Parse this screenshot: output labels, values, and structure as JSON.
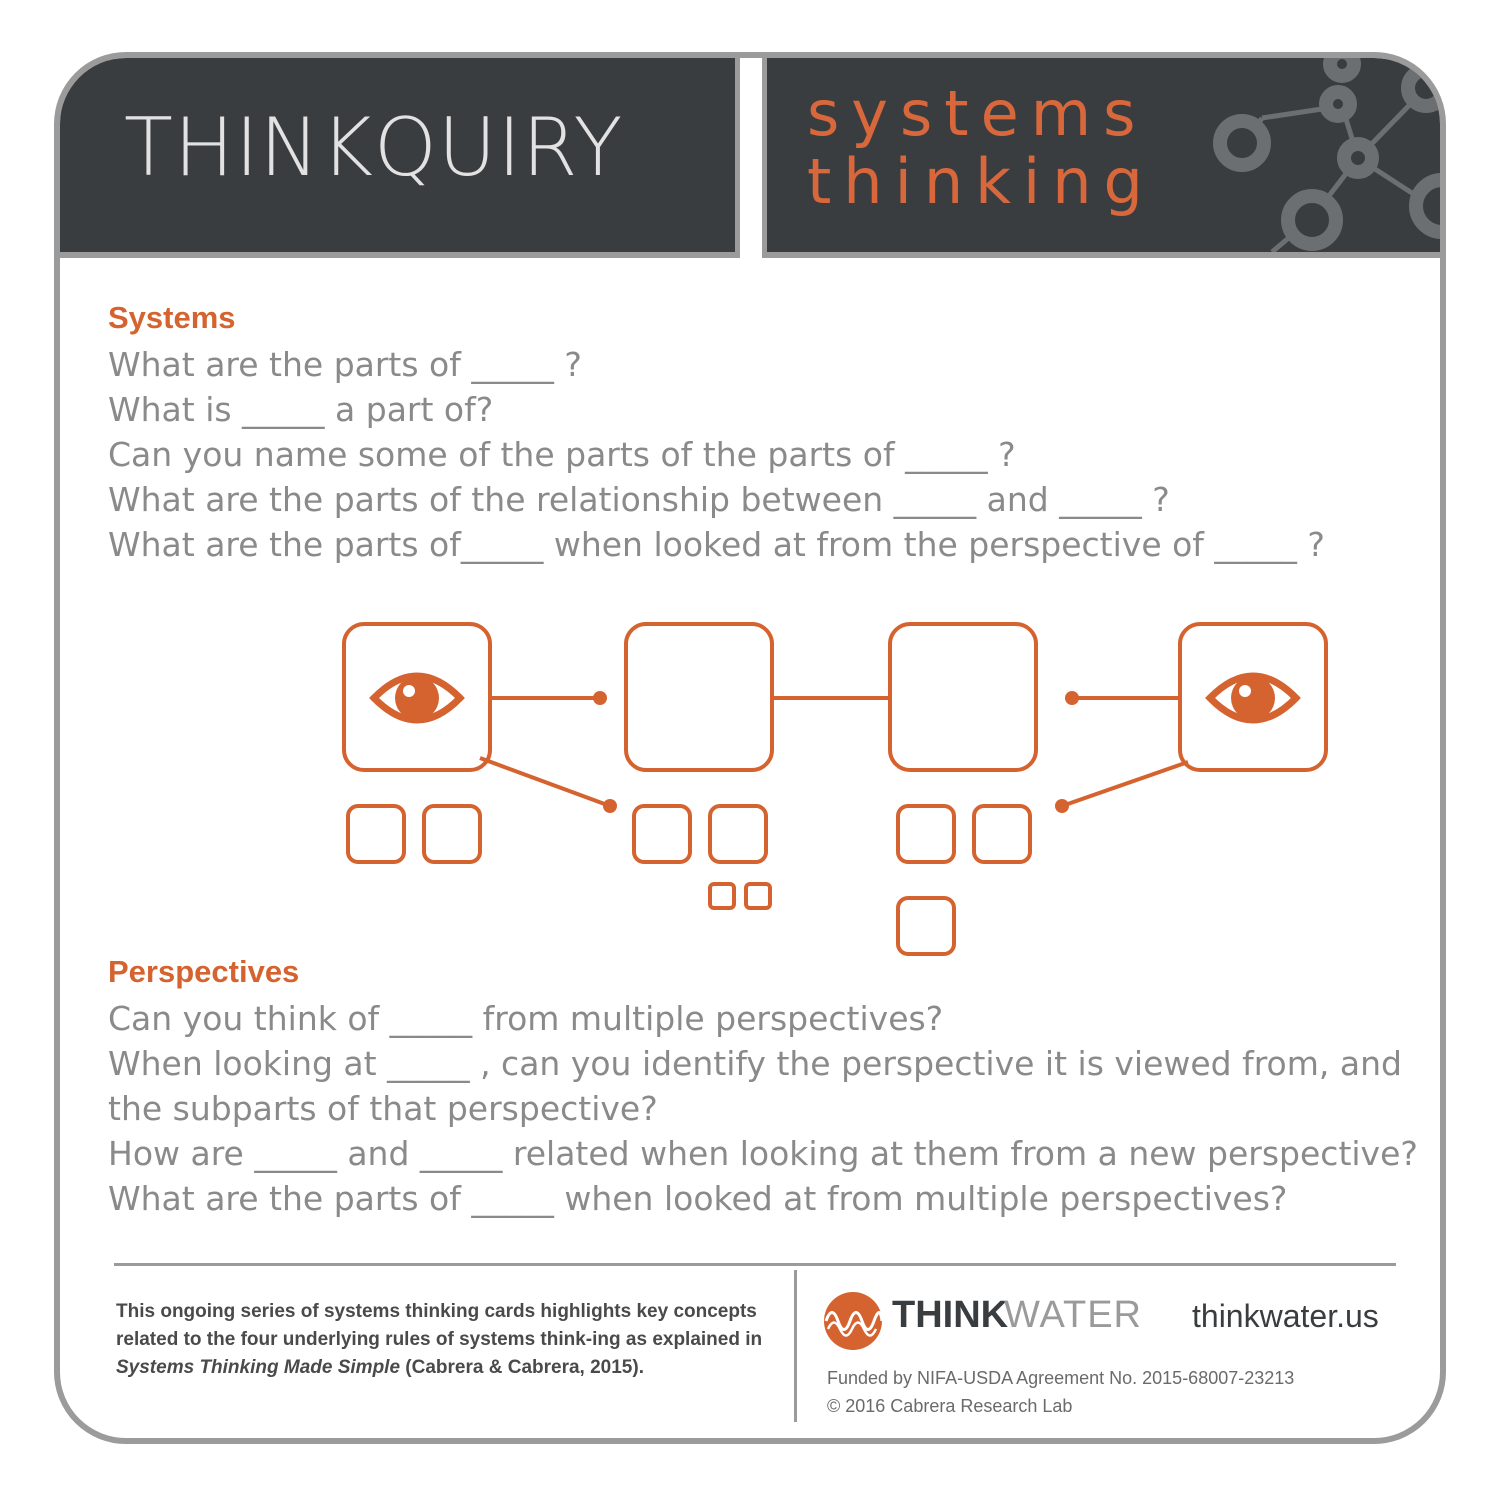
{
  "header": {
    "brand": "THINKQUIRY",
    "topic_line1": "systems",
    "topic_line2": "thinking"
  },
  "systems": {
    "title": "Systems",
    "questions": [
      "What are the parts of _____ ?",
      "What is _____ a part of?",
      "Can you name some of the parts of the parts of _____ ?",
      "What are the parts of the relationship between _____  and _____ ?",
      "What are the parts of_____ when looked at from the perspective of _____ ?"
    ]
  },
  "perspectives": {
    "title": "Perspectives",
    "questions": [
      "Can you think of _____  from multiple perspectives?",
      "When looking at _____ , can you identify the perspective it is viewed from, and the subparts of that perspective?",
      "How are _____  and _____  related when looking at them from a new perspective?",
      "What are the parts of _____  when looked at from multiple perspectives?"
    ]
  },
  "footer": {
    "description_before": "This ongoing series of systems thinking cards highlights key concepts related to the four underlying rules of systems think-ing as explained in ",
    "description_title": "Systems Thinking Made Simple",
    "description_after": " (Cabrera & Cabrera, 2015).",
    "logo_think": "THINK",
    "logo_water": "WATER",
    "site": "thinkwater.us",
    "funding": "Funded by NIFA-USDA Agreement No. 2015-68007-23213",
    "copyright": "© 2016 Cabrera Research Lab"
  },
  "colors": {
    "accent": "#d5632f",
    "header_bg": "#3a3d3f",
    "border": "#9b9b9b",
    "text_gray": "#8a8a8a"
  }
}
